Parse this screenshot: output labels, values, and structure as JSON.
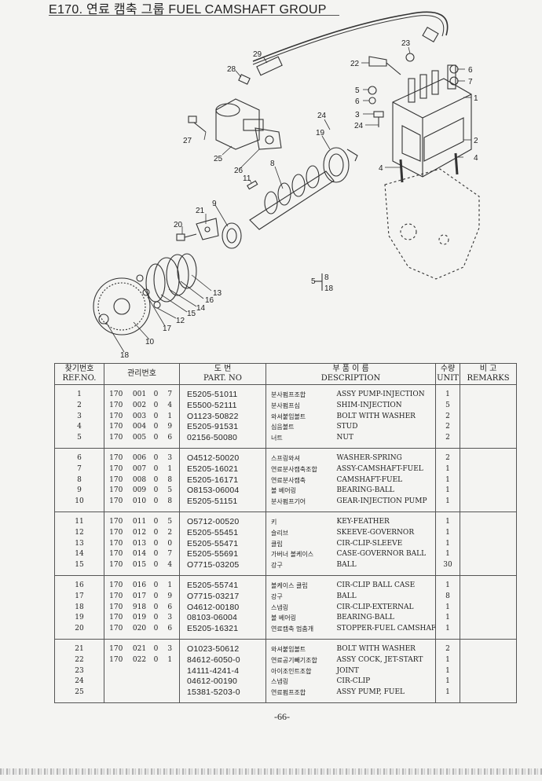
{
  "header": {
    "title": "E170. 연료 캠축 그룹 FUEL CAMSHAFT GROUP"
  },
  "diagram": {
    "callouts": [
      "1",
      "2",
      "3",
      "4",
      "4",
      "5",
      "5",
      "6",
      "6",
      "7",
      "8",
      "8",
      "9",
      "10",
      "11",
      "12",
      "13",
      "14",
      "15",
      "16",
      "17",
      "18",
      "18",
      "19",
      "20",
      "21",
      "22",
      "23",
      "24",
      "24",
      "25",
      "26",
      "27",
      "28",
      "29"
    ]
  },
  "table": {
    "headers": {
      "ref_ko": "찾기번호",
      "ref_en": "REF.NO.",
      "mgmt_ko": "관리번호",
      "part_ko": "도 번",
      "part_en": "PART. NO",
      "desc_ko": "부 품 이 름",
      "desc_en": "DESCRIPTION",
      "unit_ko": "수량",
      "unit_en": "UNIT",
      "remarks_ko": "비 고",
      "remarks_en": "REMARKS"
    },
    "rows": [
      {
        "ref": "1",
        "m1": "170",
        "m2": "001",
        "m3": "0",
        "m4": "7",
        "part": "E5205-51011",
        "ko": "분사펌프조합",
        "en": "ASSY PUMP-INJECTION",
        "unit": "1"
      },
      {
        "ref": "2",
        "m1": "170",
        "m2": "002",
        "m3": "0",
        "m4": "4",
        "part": "E5500-52111",
        "ko": "분사펌프심",
        "en": "SHIM-INJECTION",
        "unit": "5"
      },
      {
        "ref": "3",
        "m1": "170",
        "m2": "003",
        "m3": "0",
        "m4": "1",
        "part": "O1123-50822",
        "ko": "와셔붙임볼트",
        "en": "BOLT WITH WASHER",
        "unit": "2"
      },
      {
        "ref": "4",
        "m1": "170",
        "m2": "004",
        "m3": "0",
        "m4": "9",
        "part": "E5205-91531",
        "ko": "심음볼트",
        "en": "STUD",
        "unit": "2"
      },
      {
        "ref": "5",
        "m1": "170",
        "m2": "005",
        "m3": "0",
        "m4": "6",
        "part": "02156-50080",
        "ko": "너트",
        "en": "NUT",
        "unit": "2"
      },
      {
        "ref": "6",
        "m1": "170",
        "m2": "006",
        "m3": "0",
        "m4": "3",
        "part": "O4512-50020",
        "ko": "스프링와셔",
        "en": "WASHER-SPRING",
        "unit": "2"
      },
      {
        "ref": "7",
        "m1": "170",
        "m2": "007",
        "m3": "0",
        "m4": "1",
        "part": "E5205-16021",
        "ko": "연료분사캠축조합",
        "en": "ASSY-CAMSHAFT-FUEL",
        "unit": "1"
      },
      {
        "ref": "8",
        "m1": "170",
        "m2": "008",
        "m3": "0",
        "m4": "8",
        "part": "E5205-16171",
        "ko": "연료분사캠축",
        "en": "CAMSHAFT-FUEL",
        "unit": "1"
      },
      {
        "ref": "9",
        "m1": "170",
        "m2": "009",
        "m3": "0",
        "m4": "5",
        "part": "O8153-06004",
        "ko": "볼 베어링",
        "en": "BEARING-BALL",
        "unit": "1"
      },
      {
        "ref": "10",
        "m1": "170",
        "m2": "010",
        "m3": "0",
        "m4": "8",
        "part": "E5205-51151",
        "ko": "분사펌프기어",
        "en": "GEAR-INJECTION PUMP",
        "unit": "1"
      },
      {
        "ref": "11",
        "m1": "170",
        "m2": "011",
        "m3": "0",
        "m4": "5",
        "part": "O5712-00520",
        "ko": "키",
        "en": "KEY-FEATHER",
        "unit": "1"
      },
      {
        "ref": "12",
        "m1": "170",
        "m2": "012",
        "m3": "0",
        "m4": "2",
        "part": "E5205-55451",
        "ko": "슬리브",
        "en": "SKEEVE-GOVERNOR",
        "unit": "1"
      },
      {
        "ref": "13",
        "m1": "170",
        "m2": "013",
        "m3": "0",
        "m4": "0",
        "part": "E5205-55471",
        "ko": "클립",
        "en": "CIR-CLIP-SLEEVE",
        "unit": "1"
      },
      {
        "ref": "14",
        "m1": "170",
        "m2": "014",
        "m3": "0",
        "m4": "7",
        "part": "E5205-55691",
        "ko": "가버너 볼케이스",
        "en": "CASE-GOVERNOR BALL",
        "unit": "1"
      },
      {
        "ref": "15",
        "m1": "170",
        "m2": "015",
        "m3": "0",
        "m4": "4",
        "part": "O7715-03205",
        "ko": "강구",
        "en": "BALL",
        "unit": "30"
      },
      {
        "ref": "16",
        "m1": "170",
        "m2": "016",
        "m3": "0",
        "m4": "1",
        "part": "E5205-55741",
        "ko": "볼케이스 클립",
        "en": "CIR-CLIP BALL CASE",
        "unit": "1"
      },
      {
        "ref": "17",
        "m1": "170",
        "m2": "017",
        "m3": "0",
        "m4": "9",
        "part": "O7715-03217",
        "ko": "강구",
        "en": "BALL",
        "unit": "8"
      },
      {
        "ref": "18",
        "m1": "170",
        "m2": "918",
        "m3": "0",
        "m4": "6",
        "part": "O4612-00180",
        "ko": "스냅링",
        "en": "CIR-CLIP-EXTERNAL",
        "unit": "1"
      },
      {
        "ref": "19",
        "m1": "170",
        "m2": "019",
        "m3": "0",
        "m4": "3",
        "part": "08103-06004",
        "ko": "볼 베어링",
        "en": "BEARING-BALL",
        "unit": "1"
      },
      {
        "ref": "20",
        "m1": "170",
        "m2": "020",
        "m3": "0",
        "m4": "6",
        "part": "E5205-16321",
        "ko": "연료캠축 멈춤개",
        "en": "STOPPER-FUEL CAMSHAFT",
        "unit": "1"
      },
      {
        "ref": "21",
        "m1": "170",
        "m2": "021",
        "m3": "0",
        "m4": "3",
        "part": "O1023-50612",
        "ko": "와셔붙임볼트",
        "en": "BOLT WITH WASHER",
        "unit": "2"
      },
      {
        "ref": "22",
        "m1": "170",
        "m2": "022",
        "m3": "0",
        "m4": "1",
        "part": "84612-6050-0",
        "ko": "연료공기빼기조합",
        "en": "ASSY COCK, JET-START",
        "unit": "1"
      },
      {
        "ref": "23",
        "m1": "",
        "m2": "",
        "m3": "",
        "m4": "",
        "part": "14111-4241-4",
        "ko": "아이조인트조합",
        "en": "JOINT",
        "unit": "1"
      },
      {
        "ref": "24",
        "m1": "",
        "m2": "",
        "m3": "",
        "m4": "",
        "part": "04612-00190",
        "ko": "스냅링",
        "en": "CIR-CLIP",
        "unit": "1"
      },
      {
        "ref": "25",
        "m1": "",
        "m2": "",
        "m3": "",
        "m4": "",
        "part": "15381-5203-0",
        "ko": "연료펌프조합",
        "en": "ASSY PUMP, FUEL",
        "unit": "1"
      }
    ]
  },
  "footer": {
    "page_number": "-66-"
  }
}
